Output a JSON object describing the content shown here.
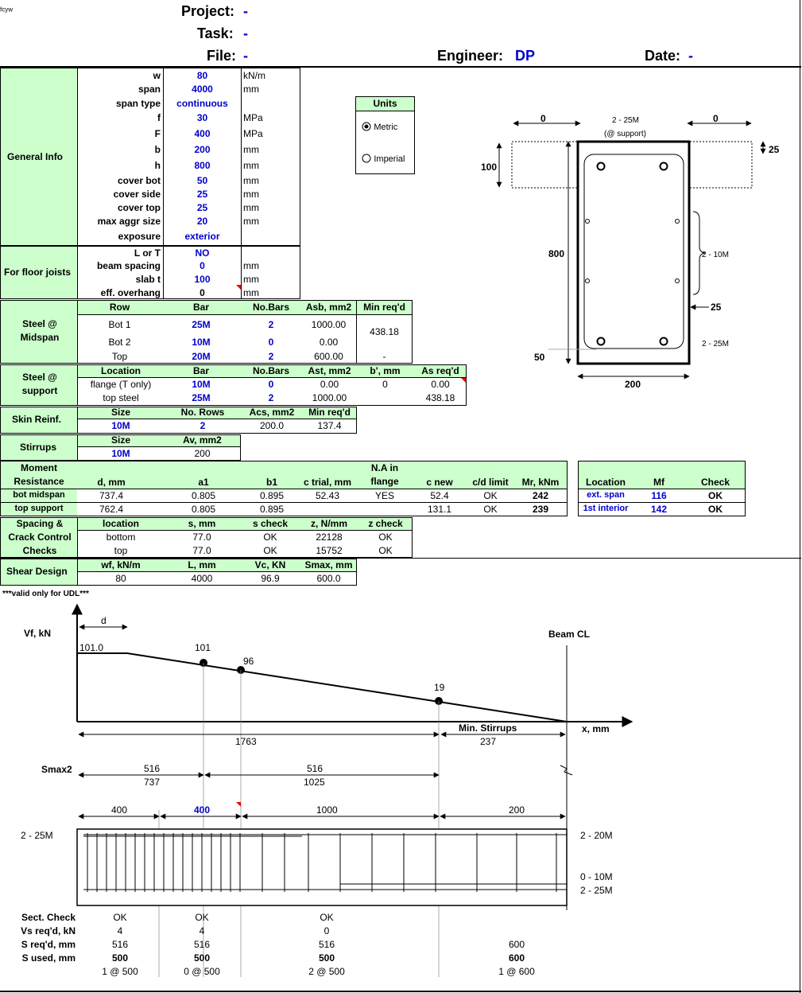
{
  "header": {
    "project_label": "Project:",
    "project_value": "-",
    "task_label": "Task:",
    "task_value": "-",
    "file_label": "File:",
    "file_value": "-",
    "engineer_label": "Engineer:",
    "engineer_value": "DP",
    "date_label": "Date:",
    "date_value": "-"
  },
  "general": {
    "title": "General Info",
    "rows": [
      {
        "label": "w",
        "sub": "f",
        "value": "80",
        "unit": "kN/m"
      },
      {
        "label": "span",
        "sub": "",
        "value": "4000",
        "unit": "mm"
      },
      {
        "label": "span type",
        "sub": "",
        "value": "continuous",
        "unit": ""
      },
      {
        "label": "f",
        "sub": "c",
        "sup": "'",
        "value": "30",
        "unit": "MPa"
      },
      {
        "label": "F",
        "sub": "y",
        "value": "400",
        "unit": "MPa"
      },
      {
        "label": "b",
        "sub": "w",
        "value": "200",
        "unit": "mm"
      },
      {
        "label": "h",
        "sub": "",
        "value": "800",
        "unit": "mm"
      },
      {
        "label": "cover bot",
        "sub": "",
        "value": "50",
        "unit": "mm"
      },
      {
        "label": "cover side",
        "sub": "",
        "value": "25",
        "unit": "mm"
      },
      {
        "label": "cover top",
        "sub": "",
        "value": "25",
        "unit": "mm"
      },
      {
        "label": "max aggr size",
        "sub": "",
        "value": "20",
        "unit": "mm"
      },
      {
        "label": "exposure",
        "sub": "",
        "value": "exterior",
        "unit": ""
      }
    ]
  },
  "floor": {
    "title": "For floor joists",
    "rows": [
      {
        "label": "L or T",
        "value": "NO",
        "unit": ""
      },
      {
        "label": "beam spacing",
        "value": "0",
        "unit": "mm"
      },
      {
        "label": "slab t",
        "value": "100",
        "unit": "mm"
      },
      {
        "label": "eff. overhang",
        "value": "0",
        "unit": "mm"
      }
    ]
  },
  "units": {
    "title": "Units",
    "metric": "Metric",
    "imperial": "Imperial"
  },
  "midspan": {
    "title1": "Steel @",
    "title2": "Midspan",
    "headers": [
      "Row",
      "Bar",
      "No.Bars",
      "Asb, mm2",
      "Min req'd"
    ],
    "rows": [
      [
        "Bot 1",
        "25M",
        "2",
        "1000.00"
      ],
      [
        "Bot 2",
        "10M",
        "0",
        "0.00"
      ],
      [
        "Top",
        "20M",
        "2",
        "600.00"
      ]
    ],
    "min_req": "438.18",
    "top_min": "-"
  },
  "support": {
    "title1": "Steel @",
    "title2": "support",
    "headers": [
      "Location",
      "Bar",
      "No.Bars",
      "Ast, mm2",
      "b', mm",
      "As req'd"
    ],
    "rows": [
      [
        "flange (T only)",
        "10M",
        "0",
        "0.00",
        "0",
        "0.00"
      ],
      [
        "top steel",
        "25M",
        "2",
        "1000.00",
        "",
        "438.18"
      ]
    ]
  },
  "skin": {
    "title": "Skin Reinf.",
    "headers": [
      "Size",
      "No. Rows",
      "Acs, mm2",
      "Min req'd"
    ],
    "values": [
      "10M",
      "2",
      "200.0",
      "137.4"
    ]
  },
  "stirrups": {
    "title": "Stirrups",
    "headers": [
      "Size",
      "Av, mm2"
    ],
    "values": [
      "10M",
      "200"
    ]
  },
  "moment": {
    "title1": "Moment",
    "title2": "Resistance",
    "headers": [
      "d, mm",
      "a1",
      "b1",
      "c trial, mm",
      "N.A in",
      "flange",
      "c new",
      "c/d limit",
      "Mr, kNm"
    ],
    "rows": [
      [
        "bot midspan",
        "737.4",
        "0.805",
        "0.895",
        "52.43",
        "YES",
        "52.4",
        "OK",
        "242"
      ],
      [
        "top support",
        "762.4",
        "0.805",
        "0.895",
        "",
        "",
        "131.1",
        "OK",
        "239"
      ]
    ]
  },
  "mf": {
    "headers": [
      "Location",
      "Mf",
      "Check"
    ],
    "rows": [
      [
        "ext. span",
        "116",
        "OK"
      ],
      [
        "1st interior",
        "142",
        "OK"
      ]
    ]
  },
  "spacing": {
    "title1": "Spacing &",
    "title2": "Crack Control",
    "title3": "Checks",
    "headers": [
      "location",
      "s, mm",
      "s check",
      "z, N/mm",
      "z check"
    ],
    "rows": [
      [
        "bottom",
        "77.0",
        "OK",
        "22128",
        "OK"
      ],
      [
        "top",
        "77.0",
        "OK",
        "15752",
        "OK"
      ]
    ]
  },
  "shear": {
    "title": "Shear Design",
    "headers": [
      "wf, kN/m",
      "L, mm",
      "Vc, KN",
      "Smax, mm"
    ],
    "values": [
      "80",
      "4000",
      "96.9",
      "600.0"
    ]
  },
  "section": {
    "top_left": "0",
    "top_right": "0",
    "top_bars": "2 - 25M",
    "top_bars_note": "(@ support)",
    "slab": "100",
    "cover_top": "25",
    "height": "800",
    "skin": "2 - 10M",
    "side_cover": "25",
    "bot_bars": "2 - 25M",
    "bot_cover": "50",
    "width": "200"
  },
  "diagram": {
    "valid_note": "***valid only for UDL***",
    "d_label": "d",
    "vf_label": "Vf, kN",
    "beam_cl": "Beam CL",
    "x_label": "x, mm",
    "v_start": "101.0",
    "v1": "101",
    "v2": "96",
    "v3": "19",
    "dist_total": "1763",
    "min_stirrups": "Min. Stirrups",
    "dist_min": "237",
    "smax2": "Smax2",
    "s1a": "516",
    "s1b": "737",
    "s2a": "516",
    "s2b": "1025",
    "zones": [
      "400",
      "400",
      "1000",
      "200"
    ],
    "left_bars": "2 - 25M",
    "right_top": "2 - 20M",
    "right_mid": "0 - 10M",
    "right_bot": "2 - 25M"
  },
  "checks": {
    "labels": [
      "Sect. Check",
      "Vs req'd, kN",
      "S req'd, mm",
      "S used, mm"
    ],
    "cols": [
      [
        "OK",
        "4",
        "516",
        "500",
        "1 @ 500"
      ],
      [
        "OK",
        "4",
        "516",
        "500",
        "0 @ 500"
      ],
      [
        "OK",
        "0",
        "516",
        "500",
        "2 @ 500"
      ],
      [
        "",
        "",
        "600",
        "600",
        "1 @ 600"
      ]
    ]
  },
  "colors": {
    "label_bg": "#ccffcc",
    "input_text": "#0000cc"
  }
}
